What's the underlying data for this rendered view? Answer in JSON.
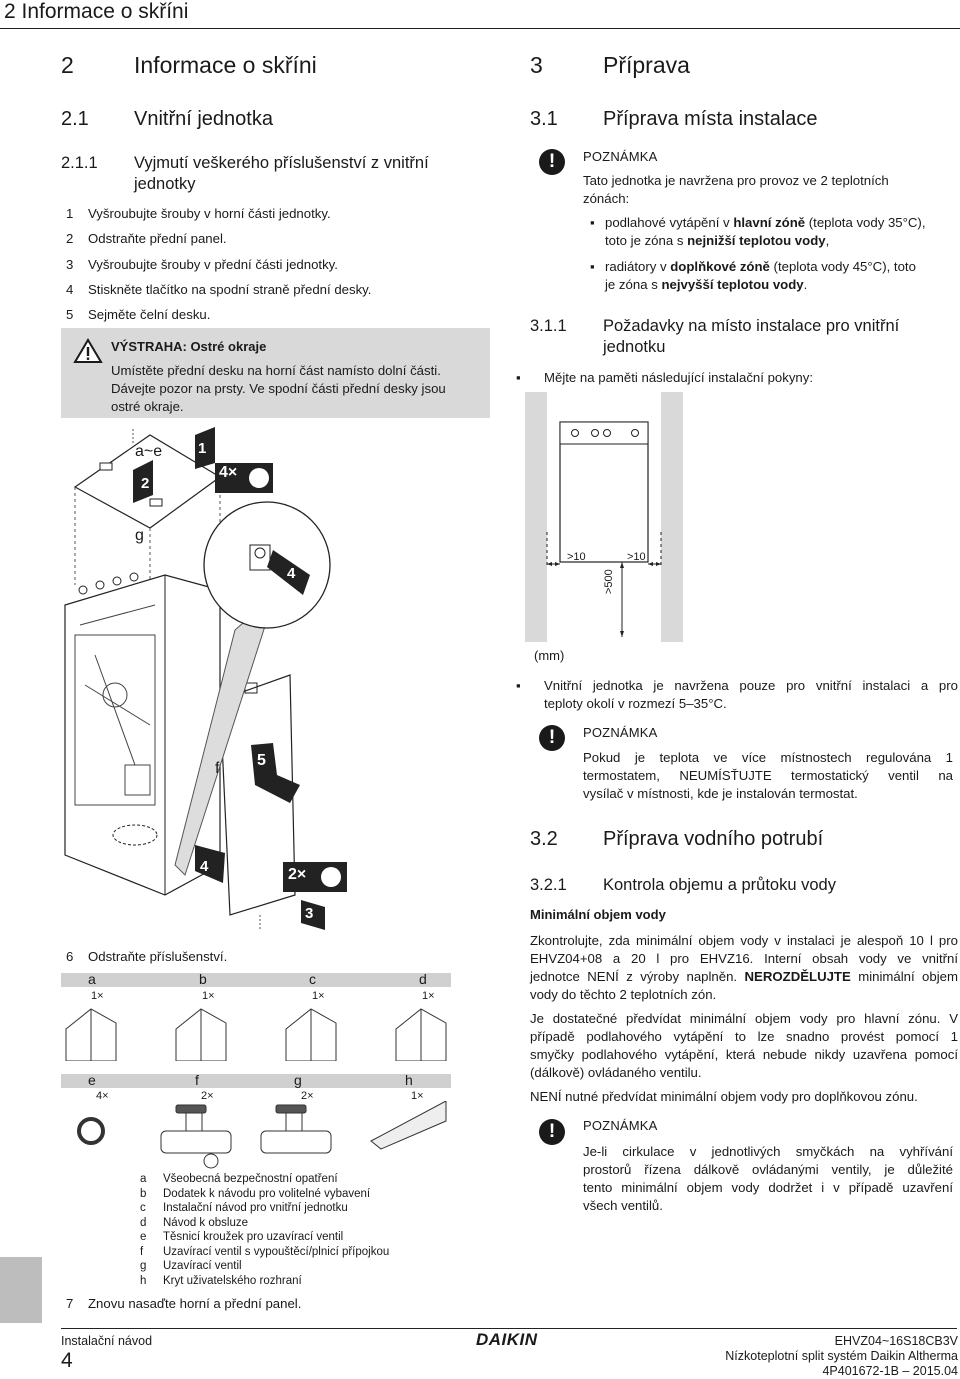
{
  "running_header": "2 Informace o skříni",
  "left": {
    "h1_num": "2",
    "h1_title": "Informace o skříni",
    "h2_num": "2.1",
    "h2_title": "Vnitřní jednotka",
    "h3_num": "2.1.1",
    "h3_title_line1": "Vyjmutí veškerého příslušenství z vnitřní",
    "h3_title_line2": "jednotky",
    "steps": [
      {
        "n": "1",
        "text": "Vyšroubujte šrouby v horní části jednotky."
      },
      {
        "n": "2",
        "text": "Odstraňte přední panel."
      },
      {
        "n": "3",
        "text": "Vyšroubujte šrouby v přední části jednotky."
      },
      {
        "n": "4",
        "text": "Stiskněte tlačítko na spodní straně přední desky."
      },
      {
        "n": "5",
        "text": "Sejměte čelní desku."
      }
    ],
    "warning": {
      "title": "VÝSTRAHA: Ostré okraje",
      "line1": "Umístěte přední desku na horní část namísto dolní části.",
      "line2": "Dávejte pozor na prsty. Ve spodní části přední desky jsou",
      "line3": "ostré okraje."
    },
    "figure_labels": {
      "ae": "a~e",
      "g": "g",
      "f": "f",
      "s1": "1",
      "s2": "2",
      "s3": "3",
      "s4a": "4",
      "s4b": "4",
      "s5": "5",
      "x4": "4×",
      "x2": "2×"
    },
    "step6": {
      "n": "6",
      "text": "Odstraňte příslušenství."
    },
    "accessories_top": [
      {
        "label": "a",
        "count": "1×"
      },
      {
        "label": "b",
        "count": "1×"
      },
      {
        "label": "c",
        "count": "1×"
      },
      {
        "label": "d",
        "count": "1×"
      }
    ],
    "accessories_bottom": [
      {
        "label": "e",
        "count": "4×"
      },
      {
        "label": "f",
        "count": "2×"
      },
      {
        "label": "g",
        "count": "2×"
      },
      {
        "label": "h",
        "count": "1×"
      }
    ],
    "legend": [
      {
        "k": "a",
        "v": "Všeobecná bezpečnostní opatření"
      },
      {
        "k": "b",
        "v": "Dodatek k návodu pro volitelné vybavení"
      },
      {
        "k": "c",
        "v": "Instalační návod pro vnitřní jednotku"
      },
      {
        "k": "d",
        "v": "Návod k obsluze"
      },
      {
        "k": "e",
        "v": "Těsnicí kroužek pro uzavírací ventil"
      },
      {
        "k": "f",
        "v": "Uzavírací ventil s vypouštěcí/plnicí přípojkou"
      },
      {
        "k": "g",
        "v": "Uzavírací ventil"
      },
      {
        "k": "h",
        "v": "Kryt uživatelského rozhraní"
      }
    ],
    "step7": {
      "n": "7",
      "text": "Znovu nasaďte horní a přední panel."
    }
  },
  "right": {
    "h1_num": "3",
    "h1_title": "Příprava",
    "h2_num": "3.1",
    "h2_title": "Příprava místa instalace",
    "note1": {
      "title": "POZNÁMKA",
      "intro1": "Tato jednotka je navržena pro provoz ve 2 teplotních",
      "intro2": "zónách:",
      "b1_l1_a": "podlahové vytápění v ",
      "b1_l1_b": "hlavní zóně",
      "b1_l1_c": " (teplota vody 35°C),",
      "b1_l2_a": "toto je zóna s ",
      "b1_l2_b": "nejnižší teplotou vody",
      "b2_l1_a": "radiátory v ",
      "b2_l1_b": "doplňkové zóně",
      "b2_l1_c": " (teplota vody 45°C), toto",
      "b2_l2_a": "je zóna s ",
      "b2_l2_b": "nejvyšší teplotou vody"
    },
    "h3_num": "3.1.1",
    "h3_title_line1": "Požadavky na místo instalace pro vnitřní",
    "h3_title_line2": "jednotku",
    "bullet1": "Mějte na paměti následující instalační pokyny:",
    "clearance": {
      "left": ">10",
      "right": ">10",
      "bottom": ">500",
      "unit": "(mm)"
    },
    "bullet2_l1": "Vnitřní jednotka je navržena pouze pro vnitřní instalaci a pro",
    "bullet2_l2": "teploty okolí v rozmezí 5–35°C.",
    "note2": {
      "title": "POZNÁMKA",
      "l1": "Pokud je teplota ve více místnostech regulována 1",
      "l2": "termostatem, NEUMÍSŤUJTE termostatický ventil na",
      "l3": "vysílač v místnosti, kde je instalován termostat."
    },
    "h2b_num": "3.2",
    "h2b_title": "Příprava vodního potrubí",
    "h3b_num": "3.2.1",
    "h3b_title": "Kontrola objemu a průtoku vody",
    "sub": "Minimální objem vody",
    "p1_l1": "Zkontrolujte, zda minimální objem vody v instalaci je alespoň 10 l pro",
    "p1_l2": "EHVZ04+08 a 20 l pro EHVZ16. Interní obsah vody ve vnitřní",
    "p1_l3a": "jednotce NENÍ z výroby naplněn. ",
    "p1_l3b": "NEROZDĚLUJTE",
    "p1_l3c": " minimální objem",
    "p1_l4": "vody do těchto 2 teplotních zón.",
    "p2_l1": "Je dostatečné předvídat minimální objem vody pro hlavní zónu. V",
    "p2_l2": "případě podlahového vytápění to lze snadno provést pomocí 1",
    "p2_l3": "smyčky podlahového vytápění, která nebude nikdy uzavřena pomocí",
    "p2_l4": "(dálkově) ovládaného ventilu.",
    "p3": "NENÍ nutné předvídat minimální objem vody pro doplňkovou zónu.",
    "note3": {
      "title": "POZNÁMKA",
      "l1": "Je-li cirkulace v jednotlivých smyčkách na vyhřívání",
      "l2": "prostorů řízena dálkově ovládanými ventily, je důležité",
      "l3": "tento minimální objem vody dodržet i v případě uzavření",
      "l4": "všech ventilů."
    }
  },
  "footer": {
    "left_label": "Instalační návod",
    "page_number": "4",
    "brand": "DAIKIN",
    "model": "EHVZ04~16S18CB3V",
    "subtitle": "Nízkoteplotní split systém Daikin Altherma",
    "doc": "4P401672-1B – 2015.04"
  },
  "icon_glyphs": {
    "exclamation": "!"
  }
}
